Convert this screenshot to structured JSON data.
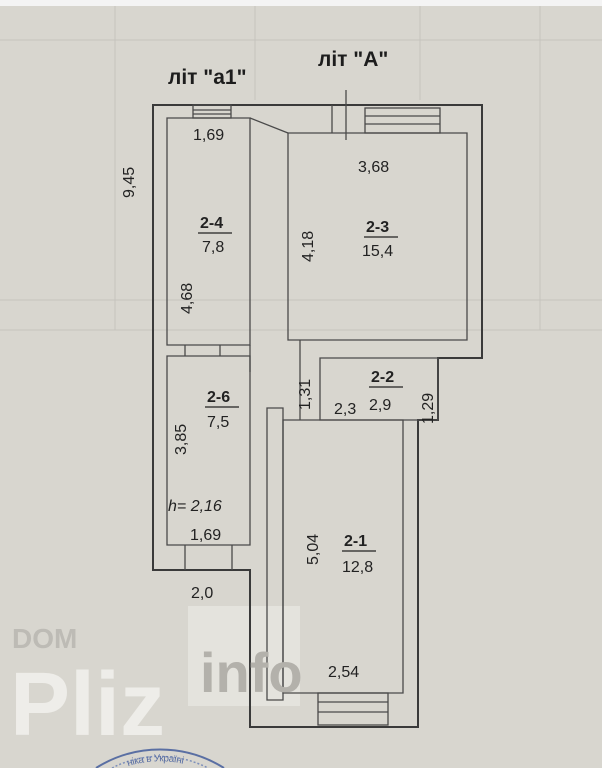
{
  "titles": {
    "lit_a1": "літ \"а1\"",
    "lit_a": "літ \"А\""
  },
  "overall_dimension": "9,45",
  "rooms": [
    {
      "number": "2-4",
      "area": "7,8"
    },
    {
      "number": "2-3",
      "area": "15,4"
    },
    {
      "number": "2-6",
      "area": "7,5"
    },
    {
      "number": "2-2",
      "area": "2,9"
    },
    {
      "number": "2-1",
      "area": "12,8"
    }
  ],
  "dimensions": {
    "r24_width": "1,69",
    "r24_length": "4,68",
    "r23_width": "3,68",
    "r23_length": "4,18",
    "r26_length": "3,85",
    "r26_width": "1,69",
    "ceiling_height": "h= 2,16",
    "r22_width": "2,3",
    "r22_length": "1,29",
    "corridor": "1,31",
    "r21_length": "5,04",
    "r21_width": "2,54",
    "outer_bottom": "2,0"
  },
  "watermark": {
    "top": "DOM",
    "brand": "Pliz",
    "suffix": "info"
  },
  "stamp_text": "ніка в Україні"
}
